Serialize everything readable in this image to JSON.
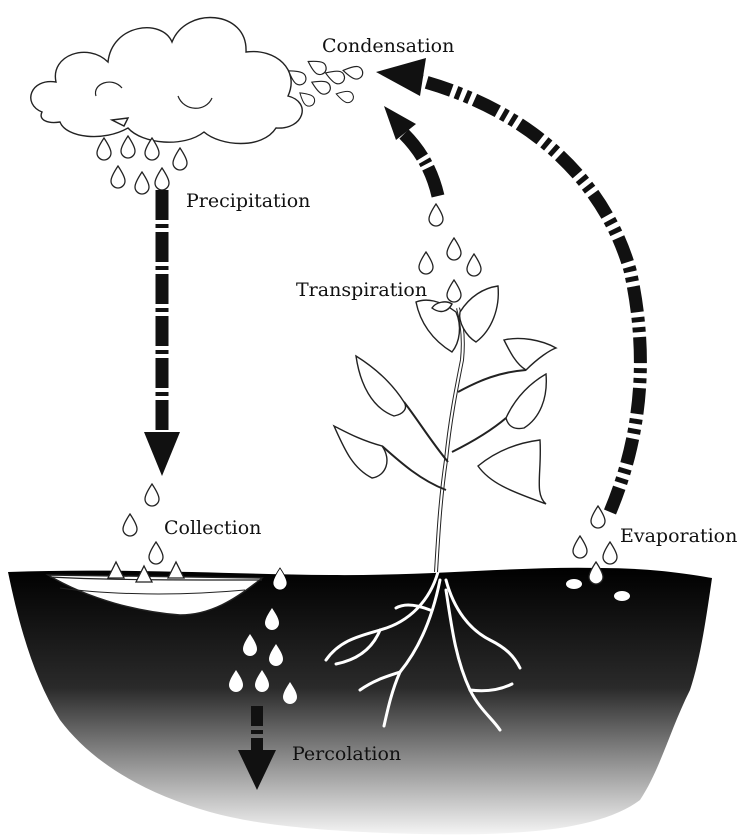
{
  "labels": {
    "condensation": "Condensation",
    "precipitation": "Precipitation",
    "transpiration": "Transpiration",
    "collection": "Collection",
    "evaporation": "Evaporation",
    "percolation": "Percolation"
  },
  "colors": {
    "ground_top": "#000000",
    "ground_bottom": "#f4f4f4",
    "ink": "#111111",
    "water_drop": "#ffffff",
    "background": "#ffffff"
  }
}
